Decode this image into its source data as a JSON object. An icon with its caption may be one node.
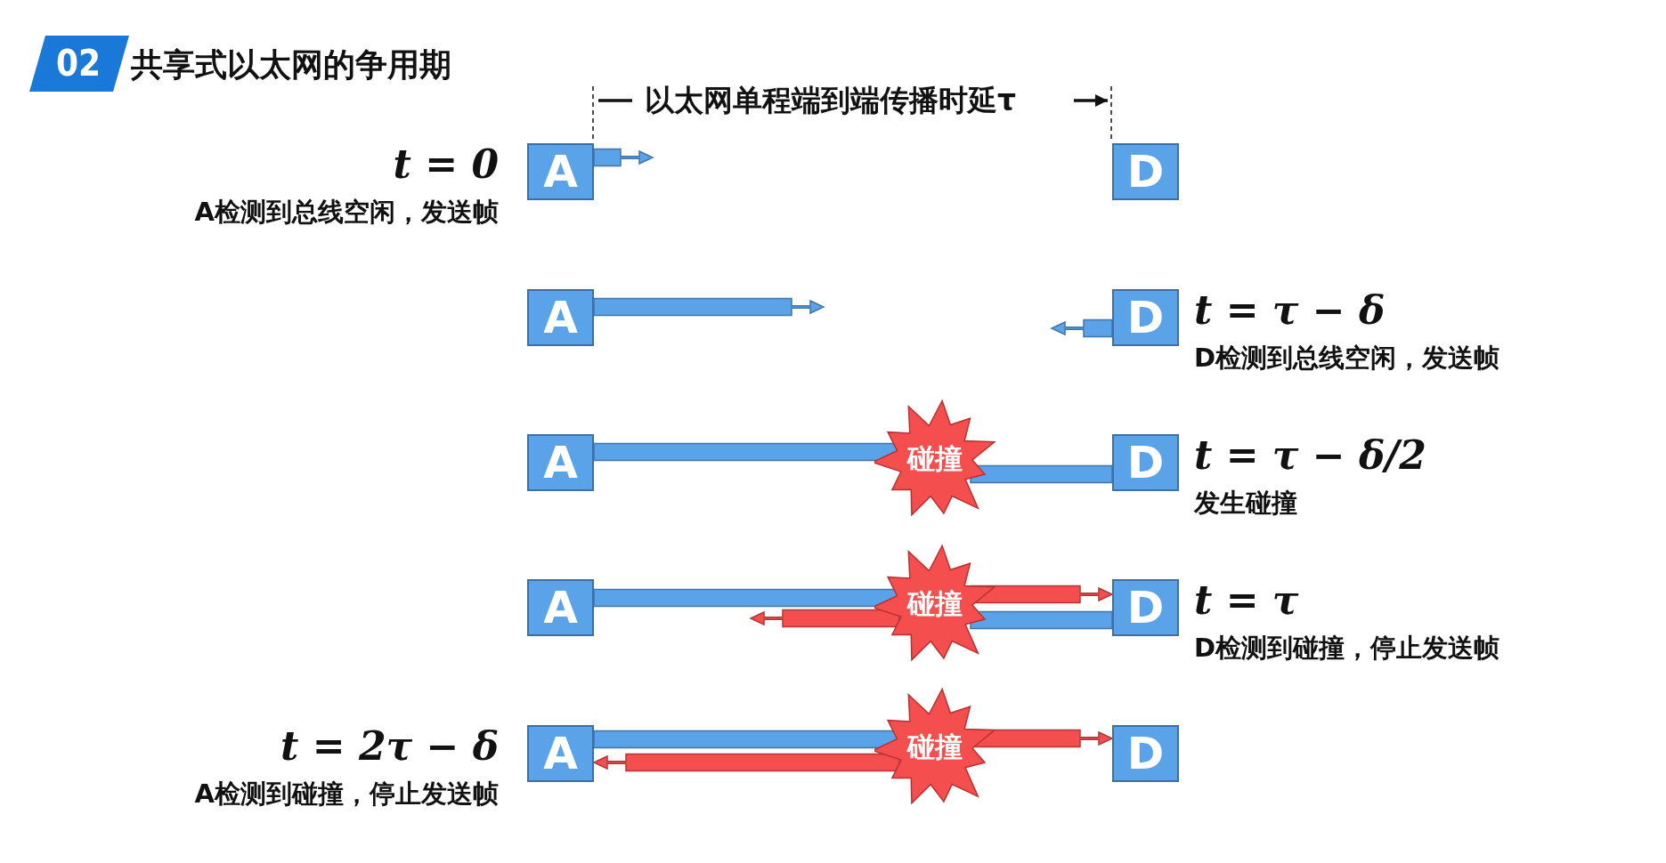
{
  "diagram": {
    "title": "共享式以太网的争用期",
    "nodes": [
      {
        "text": [
          "A"
        ],
        "beside": [
          "t = 0",
          "A检测到总线空闲，发送帧"
        ]
      },
      {
        "text": [
          "D"
        ]
      },
      {
        "text": [
          "A"
        ]
      },
      {
        "text": [
          "D"
        ],
        "beside": [
          "t = τ − δ",
          "D检测到总线空闲，发送帧"
        ]
      },
      {
        "text": [
          "A"
        ]
      },
      {
        "text": [
          "碰撞"
        ]
      },
      {
        "text": [
          "D"
        ],
        "beside": [
          "t = τ − δ/2",
          "发生碰撞"
        ]
      },
      {
        "text": [
          "A"
        ]
      },
      {
        "text": [
          "碰撞"
        ]
      },
      {
        "text": [
          "D"
        ],
        "beside": [
          "t = τ",
          "D检测到碰撞，停止发送帧"
        ]
      },
      {
        "text": [
          "A"
        ],
        "beside": [
          "t = 2τ − δ",
          "A检测到碰撞，停止发送帧"
        ]
      },
      {
        "text": [
          "碰撞"
        ]
      },
      {
        "text": [
          "D"
        ]
      }
    ],
    "edges": [
      {
        "from": 0,
        "to": null,
        "arrow": "to"
      },
      {
        "from": 2,
        "to": null,
        "arrow": "to"
      },
      {
        "from": 3,
        "to": null,
        "arrow": "to"
      },
      {
        "from": 4,
        "to": 5,
        "arrow": "none"
      },
      {
        "from": 6,
        "to": 5,
        "arrow": "none"
      },
      {
        "from": 7,
        "to": 8,
        "arrow": "none"
      },
      {
        "from": 9,
        "to": 8,
        "arrow": "none"
      },
      {
        "from": 8,
        "to": 9,
        "arrow": "to",
        "color": "#f44e4e"
      },
      {
        "from": 8,
        "to": null,
        "arrow": "to",
        "color": "#f44e4e"
      },
      {
        "from": 10,
        "to": 11,
        "arrow": "none"
      },
      {
        "from": 11,
        "to": 12,
        "arrow": "to",
        "color": "#f44e4e"
      },
      {
        "from": 11,
        "to": 10,
        "arrow": "to",
        "color": "#f44e4e"
      }
    ],
    "labels": [
      "02",
      "以太网单程端到端传播时延τ"
    ]
  }
}
